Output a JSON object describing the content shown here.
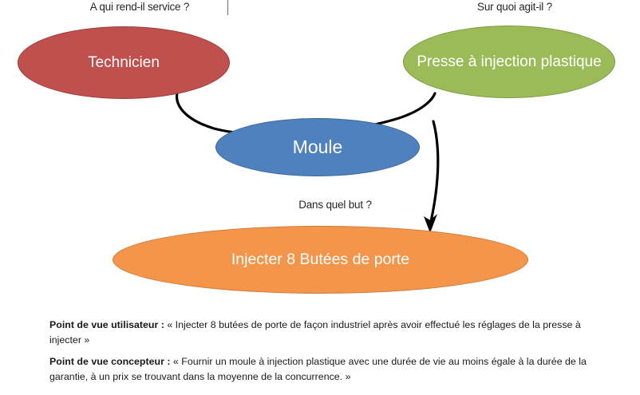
{
  "diagram": {
    "type": "bete-a-cornes",
    "labels": {
      "user_question": "A qui rend-il service ?",
      "object_question": "Sur quoi agit-il ?",
      "purpose_question": "Dans quel but ?"
    },
    "nodes": [
      {
        "id": "technicien",
        "text": "Technicien",
        "role": "user",
        "color": "#C0504D"
      },
      {
        "id": "presse",
        "text": "Presse à injection plastique",
        "role": "object",
        "color": "#9BBB59"
      },
      {
        "id": "moule",
        "text": "Moule",
        "role": "product",
        "color": "#4E81BD"
      },
      {
        "id": "injecter",
        "text": "Injecter 8 Butées de porte",
        "role": "purpose",
        "color": "#F3954A"
      }
    ],
    "connector_color": "#000000"
  },
  "viewpoints": [
    {
      "id": "utilisateur",
      "title": "Point de vue utilisateur :",
      "body": " « Injecter 8 butées de porte de façon industriel après avoir effectué les réglages de la presse à injecter »"
    },
    {
      "id": "concepteur",
      "title": "Point de vue concepteur :",
      "body": " « Fournir un moule à injection plastique avec une durée de vie au moins égale à la durée de la garantie, à un prix se trouvant dans la moyenne de la concurrence. »"
    }
  ]
}
